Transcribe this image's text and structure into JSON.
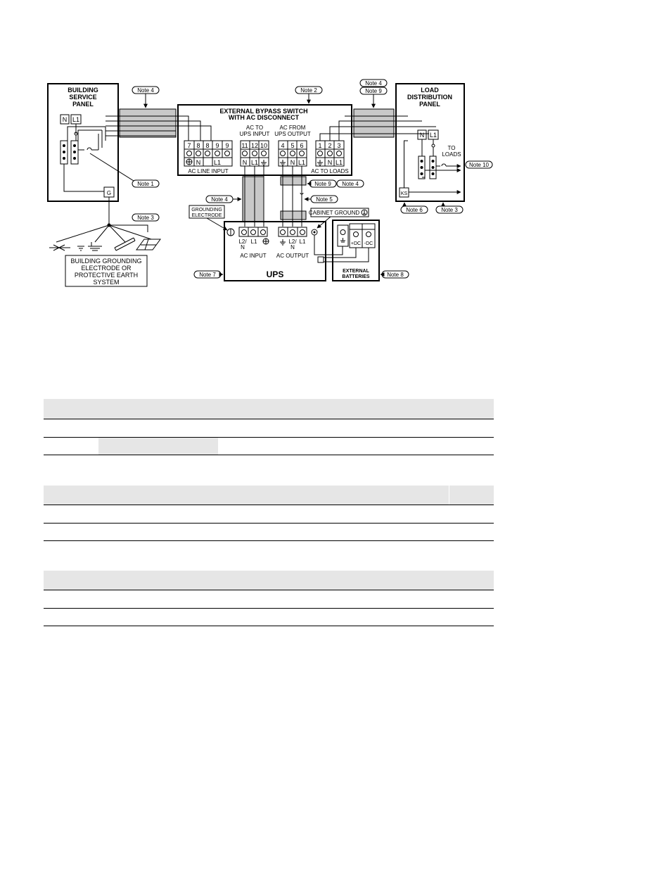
{
  "diagram": {
    "notes": {
      "n1": "Note 1",
      "n2": "Note 2",
      "n3": "Note 3",
      "n4": "Note 4",
      "n5": "Note 5",
      "n6": "Note 6",
      "n7": "Note 7",
      "n8": "Note 8",
      "n9": "Note 9",
      "n10": "Note 10"
    },
    "building_panel": [
      "BUILDING",
      "SERVICE",
      "PANEL"
    ],
    "bypass_title": [
      "EXTERNAL BYPASS SWITCH",
      "WITH AC DISCONNECT"
    ],
    "load_panel": [
      "LOAD",
      "DISTRIBUTION",
      "PANEL"
    ],
    "labels": {
      "N": "N",
      "L1": "L1",
      "L2N": "L2/",
      "Nsub": "N",
      "ac_line_input": "AC LINE INPUT",
      "ac_to_ups_input": [
        "AC TO",
        "UPS INPUT"
      ],
      "ac_from_ups_output": [
        "AC FROM",
        "UPS OUTPUT"
      ],
      "ac_to_loads": "AC TO LOADS",
      "to_loads": [
        "TO",
        "LOADS"
      ],
      "grounding_electrode": [
        "GROUNDING",
        "ELECTRODE"
      ],
      "cabinet_ground": "CABINET GROUND",
      "ac_input": "AC INPUT",
      "ac_output": "AC OUTPUT",
      "ups": "UPS",
      "external_batteries": [
        "EXTERNAL",
        "BATTERIES"
      ],
      "building_grounding": [
        "BUILDING GROUNDING",
        "ELECTRODE OR",
        "PROTECTIVE EARTH",
        "SYSTEM"
      ],
      "plus_dc": "+DC",
      "minus_dc": "-DC",
      "G": "G",
      "KS": "KS"
    },
    "terminals": {
      "line_input": [
        "7",
        "8",
        "8",
        "9",
        "9"
      ],
      "ups_input": [
        "11",
        "12",
        "10"
      ],
      "ups_output": [
        "4",
        "5",
        "6"
      ],
      "to_loads": [
        "1",
        "2",
        "3"
      ]
    }
  }
}
